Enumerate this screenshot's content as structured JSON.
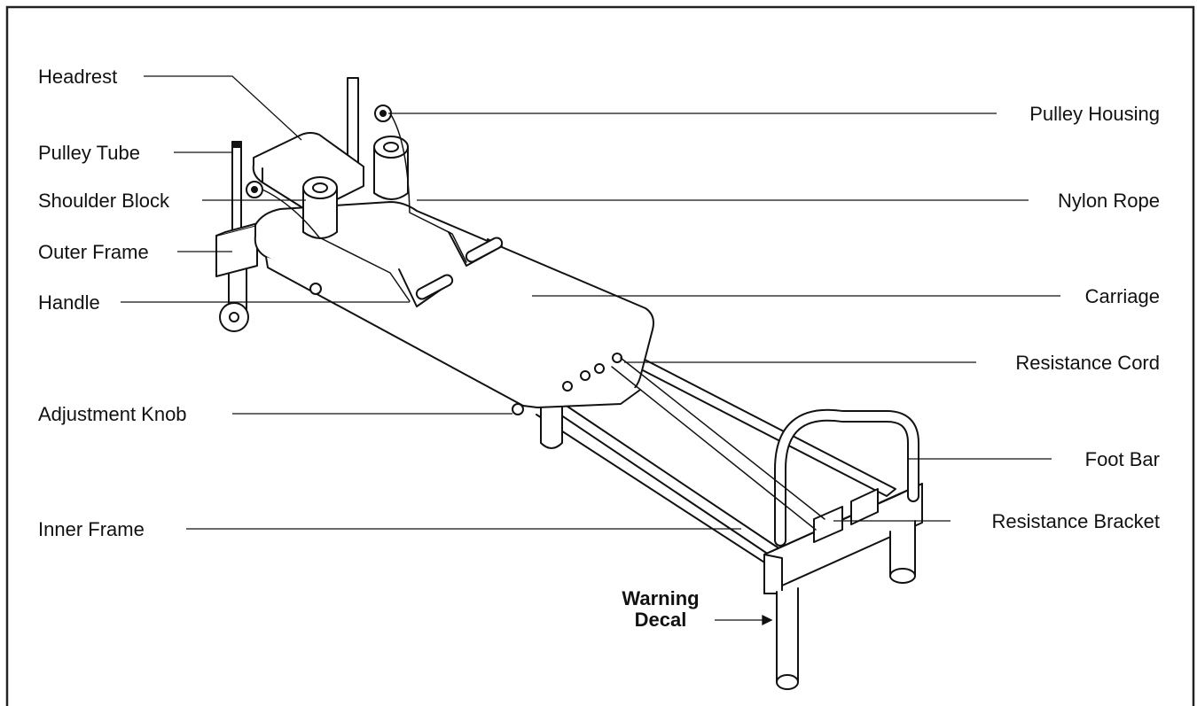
{
  "labels_left": [
    {
      "id": "headrest",
      "text": "Headrest"
    },
    {
      "id": "pulley-tube",
      "text": "Pulley Tube"
    },
    {
      "id": "shoulder-block",
      "text": "Shoulder Block"
    },
    {
      "id": "outer-frame",
      "text": "Outer Frame"
    },
    {
      "id": "handle",
      "text": "Handle"
    },
    {
      "id": "adjustment-knob",
      "text": "Adjustment Knob"
    },
    {
      "id": "inner-frame",
      "text": "Inner Frame"
    }
  ],
  "labels_right": [
    {
      "id": "pulley-housing",
      "text": "Pulley Housing"
    },
    {
      "id": "nylon-rope",
      "text": "Nylon Rope"
    },
    {
      "id": "carriage",
      "text": "Carriage"
    },
    {
      "id": "resistance-cord",
      "text": "Resistance Cord"
    },
    {
      "id": "foot-bar",
      "text": "Foot Bar"
    },
    {
      "id": "resistance-bracket",
      "text": "Resistance Bracket"
    }
  ],
  "warning": {
    "line1": "Warning",
    "line2": "Decal"
  }
}
